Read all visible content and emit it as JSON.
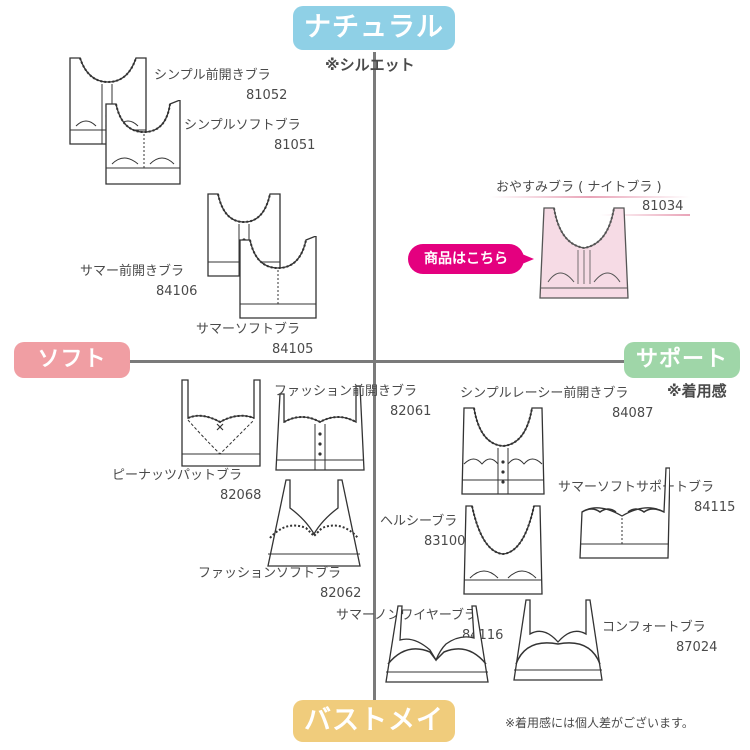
{
  "axes": {
    "top": "ナチュラル",
    "top_note": "※シルエット",
    "left": "ソフト",
    "right": "サポート",
    "right_note": "※着用感",
    "bottom": "バストメイク"
  },
  "footnote": "※着用感には個人差がございます。",
  "cta": {
    "label": "商品はこちら"
  },
  "products": [
    {
      "name": "シンプル前開きブラ",
      "code": "81052"
    },
    {
      "name": "シンプルソフトブラ",
      "code": "81051"
    },
    {
      "name": "おやすみブラ ( ナイトブラ )",
      "code": "81034"
    },
    {
      "name": "サマー前開きブラ",
      "code": "84106"
    },
    {
      "name": "サマーソフトブラ",
      "code": "84105"
    },
    {
      "name": "ピーナッツパットブラ",
      "code": "82068"
    },
    {
      "name": "ファッション前開きブラ",
      "code": "82061"
    },
    {
      "name": "シンプルレーシー前開きブラ",
      "code": "84087"
    },
    {
      "name": "サマーソフトサポートブラ",
      "code": "84115"
    },
    {
      "name": "ヘルシーブラ",
      "code": "83100"
    },
    {
      "name": "ファッションソフトブラ",
      "code": "82062"
    },
    {
      "name": "サマーノンワイヤーブラ",
      "code": "84116"
    },
    {
      "name": "コンフォートブラ",
      "code": "87024"
    }
  ],
  "colors": {
    "natural": "#8fd0e6",
    "soft": "#f09ea3",
    "support": "#9fd6a8",
    "bustmake": "#f0cc7c",
    "cta": "#e4007f",
    "night_bra": "#f6dbe5"
  }
}
